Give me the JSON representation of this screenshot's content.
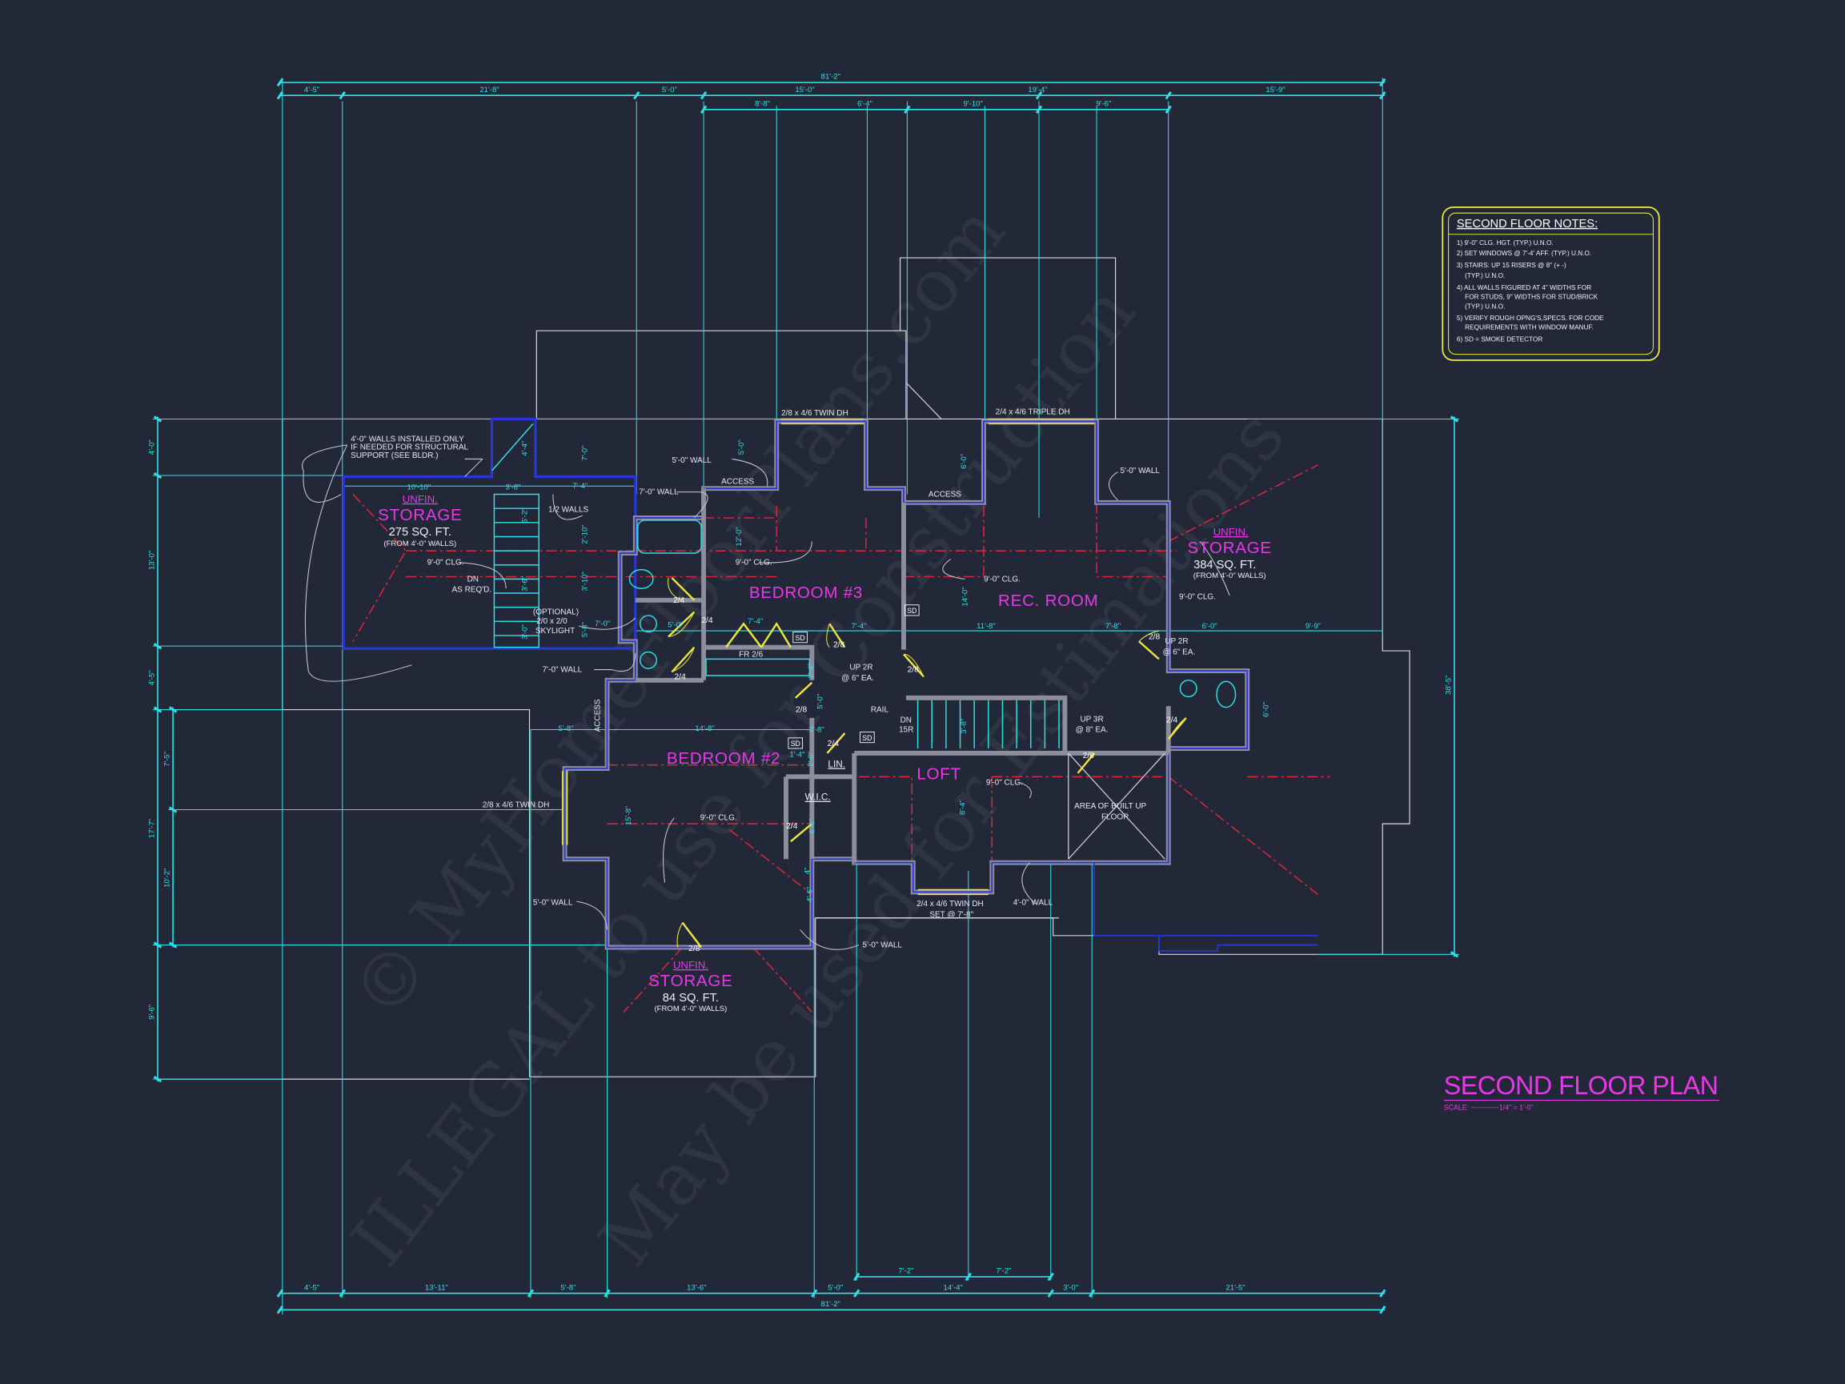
{
  "colors": {
    "background": "#232838",
    "dimension": "#2fe0e8",
    "wall_outline": "#2a35d8",
    "room_label": "#e838e8",
    "window_door": "#f0ea3a",
    "ceiling_line": "#e0283a",
    "notes_border": "#f0ea3a"
  },
  "title": {
    "text": "SECOND FLOOR PLAN",
    "scale": "SCALE: ------------1/4\" = 1'-0\""
  },
  "notes": {
    "title": "SECOND FLOOR NOTES:",
    "lines": [
      "1) 9'-0\"  CLG. HGT. (TYP.) U.N.O.",
      "2) SET WINDOWS @ 7'-4' AFF. (TYP.) U.N.O.",
      "3) STAIRS: UP 15 RISERS @ 8\" (+ -)",
      "(TYP.) U.N.O.",
      "4) ALL WALLS FIGURED AT 4\" WIDTHS FOR",
      "FOR STUDS, 9\" WIDTHS FOR STUD/BRICK",
      "(TYP.) U.N.O.",
      "5) VERIFY ROUGH OPNG'S,SPECS. FOR CODE",
      "REQUIREMENTS WITH WINDOW MANUF.",
      "6) SD = SMOKE DETECTOR"
    ]
  },
  "dimensions": {
    "top_overall": "81'-2\"",
    "top_row": [
      "4'-5\"",
      "21'-8\"",
      "5'-0\"",
      "15'-0\"",
      "19'-4\"",
      "15'-9\""
    ],
    "top_inner": [
      "8'-8\"",
      "6'-4\"",
      "9'-10\"",
      "9'-6\""
    ],
    "bottom_overall": "81'-2\"",
    "bottom_row": [
      "4'-5\"",
      "13'-11\"",
      "5'-8\"",
      "13'-6\"",
      "5'-0\"",
      "14'-4\"",
      "3'-0\"",
      "21'-5\""
    ],
    "bottom_inner": [
      "7'-2\"",
      "7'-2\""
    ],
    "left_row": [
      "4'-0\"",
      "13'-0\"",
      "4'-5\"",
      "17'-7\"",
      "9'-6\""
    ],
    "left_inner": [
      "7'-5\"",
      "10'-2\""
    ],
    "right_overall": "38'-5\"",
    "interior": [
      "10'-10\"",
      "3'-8\"",
      "7'-4\"",
      "7'-0\"",
      "5'-0\"",
      "7'-4\"",
      "7'-4\"",
      "11'-8\"",
      "7'-8\"",
      "6'-0\"",
      "9'-9\"",
      "6'-0\"",
      "5'-8\"",
      "14'-8\"",
      "3'-8\"",
      "1'-4\"",
      "4'-4\"",
      "6'-2\"",
      "3'-6\"",
      "3'-0\"",
      "7'-0\"",
      "2'-10\"",
      "3'-10\"",
      "5'-8\"",
      "5'-0\"",
      "6'-0\"",
      "12'-0\"",
      "14'-0\"",
      "15'-8\"",
      "8'-4\"",
      "3'-8\"",
      "2'-4\"",
      "5'-0\"",
      "2'-0\"",
      "6'-0\"",
      "4\"",
      "4'-6\""
    ]
  },
  "rooms": {
    "storage_left": {
      "tag": "UNFIN.",
      "name": "STORAGE",
      "area": "275 SQ. FT.",
      "note": "(FROM 4'-0\" WALLS)"
    },
    "bedroom3": "BEDROOM #3",
    "rec_room": "REC. ROOM",
    "storage_right": {
      "tag": "UNFIN.",
      "name": "STORAGE",
      "area": "384 SQ. FT.",
      "note": "(FROM 4'-0\" WALLS)"
    },
    "bedroom2": "BEDROOM #2",
    "loft": "LOFT",
    "storage_bottom": {
      "tag": "UNFIN.",
      "name": "STORAGE",
      "area": "84 SQ. FT.",
      "note": "(FROM 4'-0\" WALLS)"
    },
    "linen": "LIN.",
    "wic": "W.I.C."
  },
  "annotations": [
    "4'-0\" WALLS INSTALLED ONLY",
    "IF NEEDED FOR STRUCTURAL",
    "SUPPORT (SEE BLDR.)",
    "5'-0\" WALL",
    "ACCESS",
    "7'-0\" WALL",
    "1/2 WALLS",
    "9'-0\" CLG.",
    "DN",
    "AS REQ'D.",
    "9'-0\" CLG.",
    "(OPTIONAL)",
    "2/0 x 2/0",
    "SKYLIGHT",
    "7'-0\" WALL",
    "ACCESS",
    "9'-0\" CLG.",
    "5'-0\" WALL",
    "9'-0\" CLG.",
    "2/8 x 4/6 TWIN DH",
    "2/4 x 4/6 TRIPLE DH",
    "FR 2/6",
    "UP 2R",
    "@ 6\" EA.",
    "UP 2R",
    "@ 6\" EA.",
    "RAIL",
    "DN",
    "15R",
    "UP 3R",
    "@ 8\" EA.",
    "ACCESS",
    "2/8 x 4/6 TWIN DH",
    "9'-0\" CLG.",
    "9'-0\" CLG.",
    "AREA OF BUILT UP",
    "FLOOR",
    "2/4 x 4/6 TWIN DH",
    "SET @ 7'-8\"",
    "4'-0\" WALL",
    "5'-0\" WALL",
    "5'-0\" WALL"
  ],
  "doors": [
    "2/4",
    "2/4",
    "2/4",
    "2/8",
    "2/8",
    "2/8",
    "2/4",
    "2/4",
    "2/8",
    "2/8",
    "2/4",
    "2/8"
  ],
  "smoke_detectors": [
    "SD",
    "SD",
    "SD",
    "SD"
  ],
  "watermark": [
    "© MyHomeFloorPlans.com",
    "ILLEGAL to use for Construction",
    "May be used for Estimations"
  ]
}
